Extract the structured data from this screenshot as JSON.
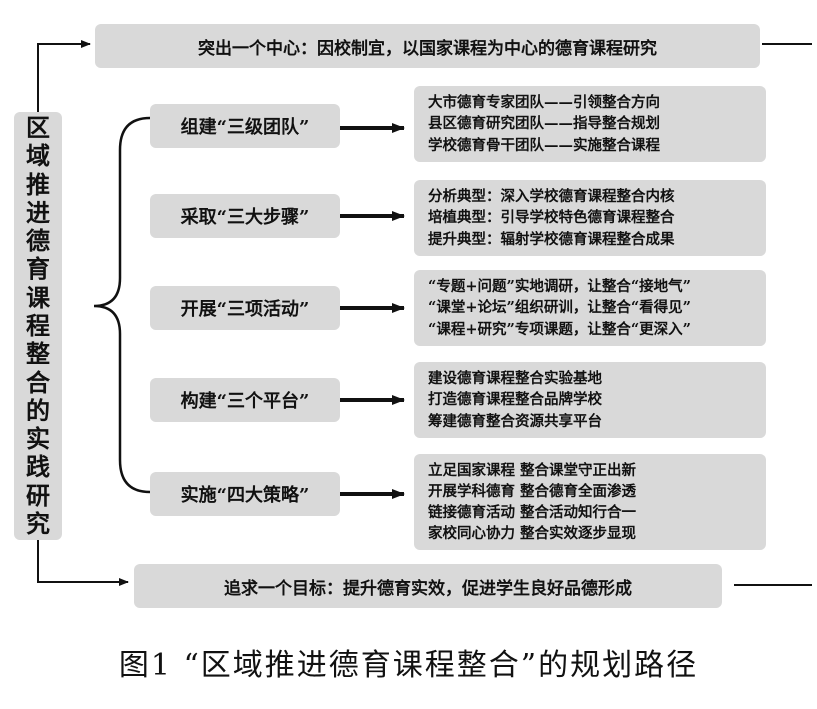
{
  "top_banner": "突出一个中心：因校制宜，以国家课程为中心的德育课程研究",
  "bottom_banner": "追求一个目标：提升德育实效，促进学生良好品德形成",
  "vertical_title": "区域推进德育课程整合的实践研究",
  "branches": [
    {
      "label": "组建“三级团队”",
      "items": [
        "大市德育专家团队——引领整合方向",
        "县区德育研究团队——指导整合规划",
        "学校德育骨干团队——实施整合课程"
      ]
    },
    {
      "label": "采取“三大步骤”",
      "items": [
        "分析典型：深入学校德育课程整合内核",
        "培植典型：引导学校特色德育课程整合",
        "提升典型：辐射学校德育课程整合成果"
      ]
    },
    {
      "label": "开展“三项活动”",
      "items": [
        "“专题+问题”实地调研，让整合“接地气”",
        "“课堂+论坛”组织研训，让整合“看得见”",
        "“课程+研究”专项课题，让整合“更深入”"
      ]
    },
    {
      "label": "构建“三个平台”",
      "items": [
        "建设德育课程整合实验基地",
        "打造德育课程整合品牌学校",
        "筹建德育整合资源共享平台"
      ]
    },
    {
      "label": "实施“四大策略”",
      "items": [
        "立足国家课程  整合课堂守正出新",
        "开展学科德育  整合德育全面渗透",
        "链接德育活动  整合活动知行合一",
        "家校同心协力  整合实效逐步显现"
      ]
    }
  ],
  "caption": "图1 “区域推进德育课程整合”的规划路径"
}
